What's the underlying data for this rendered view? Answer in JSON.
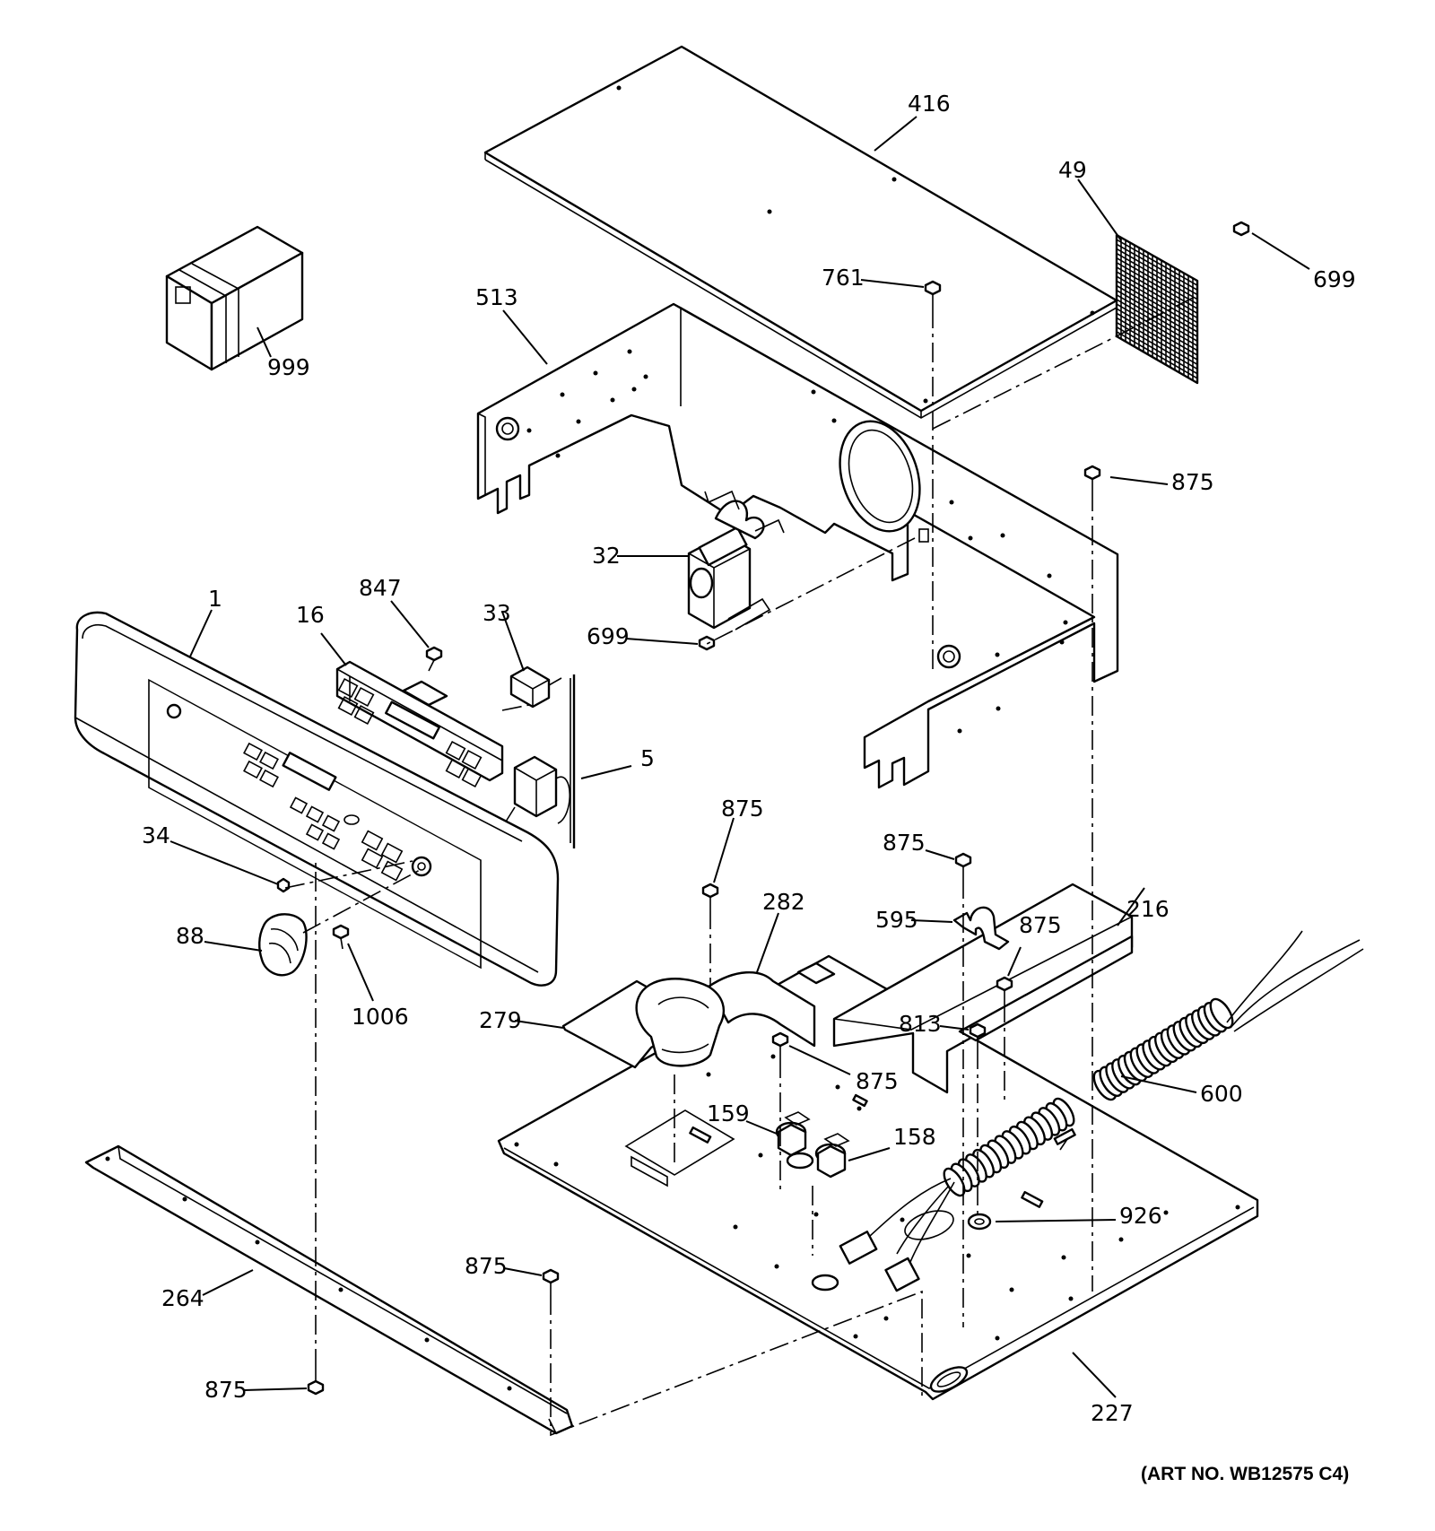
{
  "diagram": {
    "art_number": "(ART NO. WB12575 C4)",
    "callouts": {
      "c416": "416",
      "c49": "49",
      "c699a": "699",
      "c761": "761",
      "c513": "513",
      "c999": "999",
      "c875a": "875",
      "c32": "32",
      "c699b": "699",
      "c847": "847",
      "c16": "16",
      "c1": "1",
      "c33": "33",
      "c5": "5",
      "c875b": "875",
      "c875c": "875",
      "c216": "216",
      "c282": "282",
      "c595": "595",
      "c875d": "875",
      "c34": "34",
      "c88": "88",
      "c1006": "1006",
      "c279": "279",
      "c813": "813",
      "c875e": "875",
      "c600": "600",
      "c159": "159",
      "c158": "158",
      "c926": "926",
      "c264": "264",
      "c875f": "875",
      "c875g": "875",
      "c227": "227"
    }
  }
}
